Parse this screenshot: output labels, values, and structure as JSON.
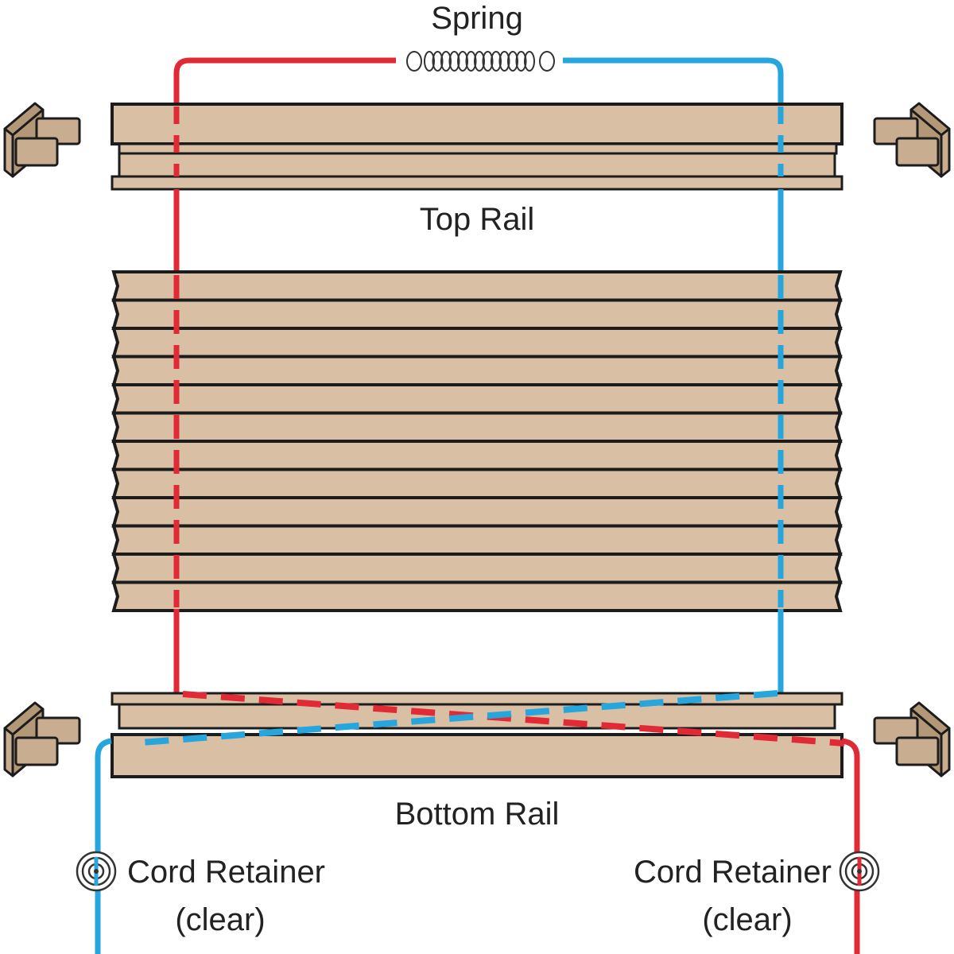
{
  "labels": {
    "spring": "Spring",
    "top_rail": "Top Rail",
    "bottom_rail": "Bottom Rail",
    "cord_retainer_left_line1": "Cord Retainer",
    "cord_retainer_left_line2": "(clear)",
    "cord_retainer_right_line1": "Cord Retainer",
    "cord_retainer_right_line2": "(clear)"
  },
  "colors": {
    "cord_left": "#e02a35",
    "cord_right": "#26a6dd",
    "fabric": "#d9c0a5",
    "outline": "#1c1c1c"
  },
  "icons": [
    "mounting-bracket-icon",
    "spring-icon",
    "cord-retainer-icon"
  ]
}
